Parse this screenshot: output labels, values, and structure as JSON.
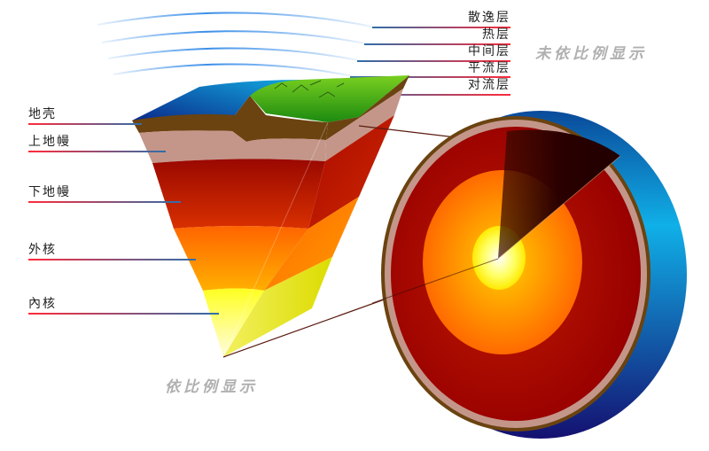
{
  "atmosphere_labels": [
    {
      "id": "exosphere",
      "label": "散逸层"
    },
    {
      "id": "thermosphere",
      "label": "热层"
    },
    {
      "id": "mesosphere",
      "label": "中间层"
    },
    {
      "id": "stratosphere",
      "label": "平流层"
    },
    {
      "id": "troposphere",
      "label": "对流层"
    }
  ],
  "earth_labels": [
    {
      "id": "crust",
      "label": "地壳"
    },
    {
      "id": "upper-mantle",
      "label": "上地幔"
    },
    {
      "id": "lower-mantle",
      "label": "下地幔"
    },
    {
      "id": "outer-core",
      "label": "外核"
    },
    {
      "id": "inner-core",
      "label": "內核"
    }
  ],
  "notes": {
    "not_to_scale": "未依比例显示",
    "to_scale": "依比例显示"
  },
  "colors": {
    "crust": "#6b4310",
    "upper_mantle": "#c4968a",
    "lower_mantle": "#a01000",
    "outer_core": "#ff7a00",
    "inner_core": "#ffff30",
    "ocean": "#0d4fa8",
    "land": "#44b010",
    "atmosphere_line": "#3a8ee8",
    "leader_red": "#ff2a3a",
    "leader_blue": "#2f6ea8"
  }
}
